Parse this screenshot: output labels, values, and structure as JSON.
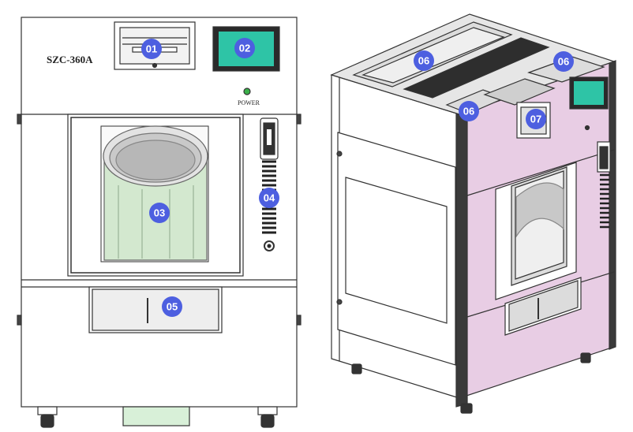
{
  "front_view": {
    "model_label": "SZC-360A",
    "power_label": "POWER"
  },
  "colors": {
    "badge": "#4d5fe0",
    "screen": "#2ec4a6",
    "body_pink": "#e8cde4",
    "drum_green": "#d3e8cf",
    "foot_green": "#d8f0d8",
    "power_led": "#3ab04a"
  },
  "callouts": {
    "c01": "01",
    "c02": "02",
    "c03": "03",
    "c04": "04",
    "c05": "05",
    "c06a": "06",
    "c06b": "06",
    "c06c": "06",
    "c07": "07"
  }
}
